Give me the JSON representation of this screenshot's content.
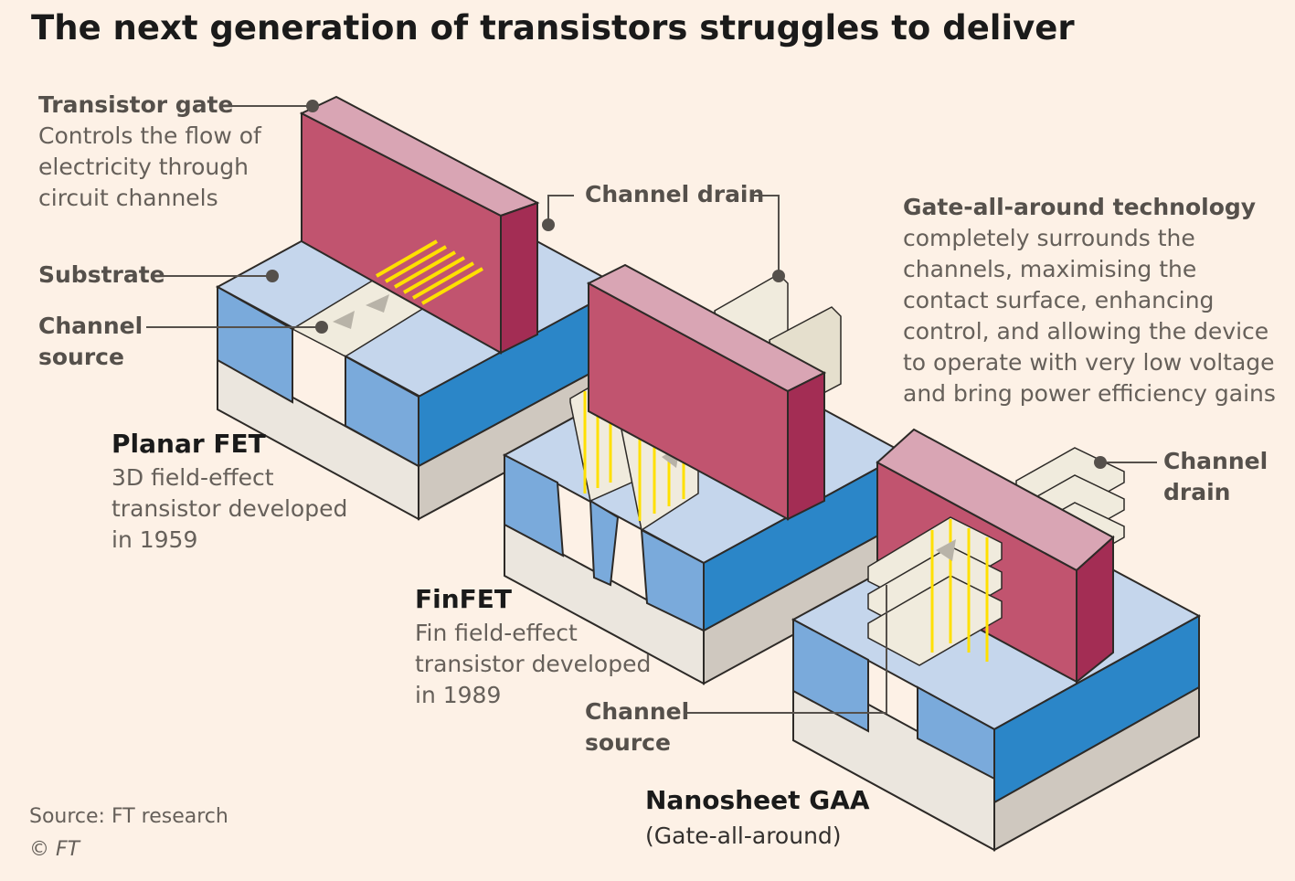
{
  "title": "The next generation of transistors struggles to deliver",
  "labels": {
    "transistor_gate": {
      "heading": "Transistor gate",
      "text": "Controls the flow of\nelectricity through\ncircuit channels"
    },
    "substrate": "Substrate",
    "channel_source_planar": "Channel\nsource",
    "channel_drain_fin": "Channel drain",
    "gaa_note": {
      "heading": "Gate-all-around technology",
      "text": "completely surrounds the\nchannels, maximising the\ncontact surface, enhancing\ncontrol, and allowing the device\nto operate with very low voltage\nand bring power efficiency gains"
    },
    "channel_drain_gaa": "Channel\ndrain",
    "channel_source_gaa": "Channel\nsource"
  },
  "devices": [
    {
      "name": "Planar FET",
      "description": "3D field-effect\ntransistor developed\nin 1959"
    },
    {
      "name": "FinFET",
      "description": "Fin field-effect\ntransistor developed\nin 1989"
    },
    {
      "name": "Nanosheet GAA",
      "description": "(Gate-all-around)"
    }
  ],
  "footer": {
    "source": "Source: FT research",
    "copyright": "© FT"
  },
  "colors": {
    "background": "#fdf1e6",
    "substrate_base": "#e8e2da",
    "substrate_top": "#c5d6ec",
    "substrate_side": "#7aaadb",
    "substrate_front": "#2b86c8",
    "gate_face": "#c1546f",
    "gate_top": "#d9a5b4",
    "gate_side": "#a32d54",
    "channel": "#f0ebdd",
    "highlight": "#ffe000",
    "leader": "#55504b"
  }
}
